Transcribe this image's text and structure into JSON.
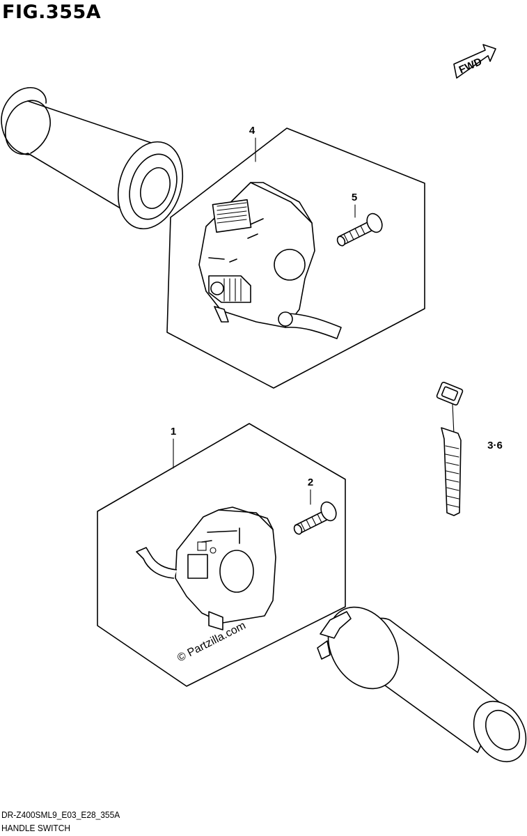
{
  "figure": {
    "title": "FIG.355A",
    "model_code": "DR-Z400SML9_E03_E28_355A",
    "section_name": "HANDLE SWITCH",
    "direction_label": "FWD",
    "watermark": "© Partzilla.com"
  },
  "parts": [
    {
      "callout": "1",
      "name": "handle-switch-right"
    },
    {
      "callout": "2",
      "name": "screw-right"
    },
    {
      "callout": "3·6",
      "name": "cable-tie"
    },
    {
      "callout": "4",
      "name": "handle-switch-left"
    },
    {
      "callout": "5",
      "name": "screw-left"
    }
  ]
}
